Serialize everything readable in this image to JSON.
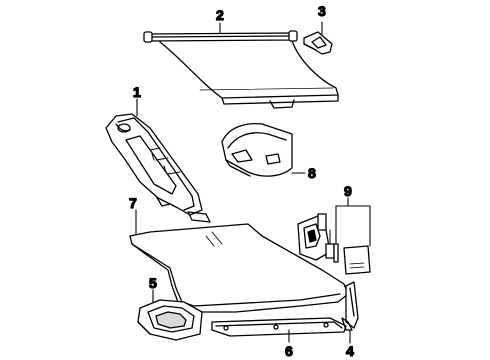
{
  "callouts": {
    "c1": "1",
    "c2": "2",
    "c3": "3",
    "c4": "4",
    "c5": "5",
    "c6": "6",
    "c7": "7",
    "c8": "8",
    "c9": "9"
  },
  "colors": {
    "ink": "#000000",
    "paper": "#ffffff",
    "shade": "#d9d9d9"
  }
}
